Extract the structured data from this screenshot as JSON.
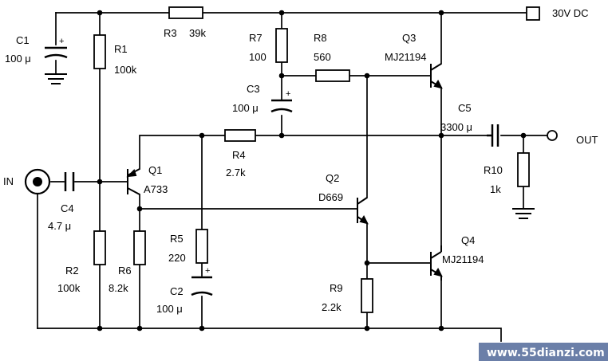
{
  "supply": {
    "label": "30V DC"
  },
  "output": {
    "label": "OUT"
  },
  "input": {
    "label": "IN"
  },
  "components": {
    "c1": {
      "ref": "C1",
      "value": "100 μ",
      "polarity": "+"
    },
    "r1": {
      "ref": "R1",
      "value": "100k"
    },
    "r2": {
      "ref": "R2",
      "value": "100k"
    },
    "r3": {
      "ref": "R3",
      "value": "39k"
    },
    "r4": {
      "ref": "R4",
      "value": "2.7k"
    },
    "r5": {
      "ref": "R5",
      "value": "220"
    },
    "r6": {
      "ref": "R6",
      "value": "8.2k"
    },
    "r7": {
      "ref": "R7",
      "value": "100"
    },
    "r8": {
      "ref": "R8",
      "value": "560"
    },
    "r9": {
      "ref": "R9",
      "value": "2.2k"
    },
    "r10": {
      "ref": "R10",
      "value": "1k"
    },
    "c2": {
      "ref": "C2",
      "value": "100 μ",
      "polarity": "+"
    },
    "c3": {
      "ref": "C3",
      "value": "100 μ",
      "polarity": "+"
    },
    "c4": {
      "ref": "C4",
      "value": "4.7 μ"
    },
    "c5": {
      "ref": "C5",
      "value": "3300 μ"
    },
    "q1": {
      "ref": "Q1",
      "value": "A733"
    },
    "q2": {
      "ref": "Q2",
      "value": "D669"
    },
    "q3": {
      "ref": "Q3",
      "value": "MJ21194"
    },
    "q4": {
      "ref": "Q4",
      "value": "MJ21194"
    }
  },
  "watermark": {
    "text": "www.55dianzi.com",
    "color": "#6b7fa8"
  }
}
